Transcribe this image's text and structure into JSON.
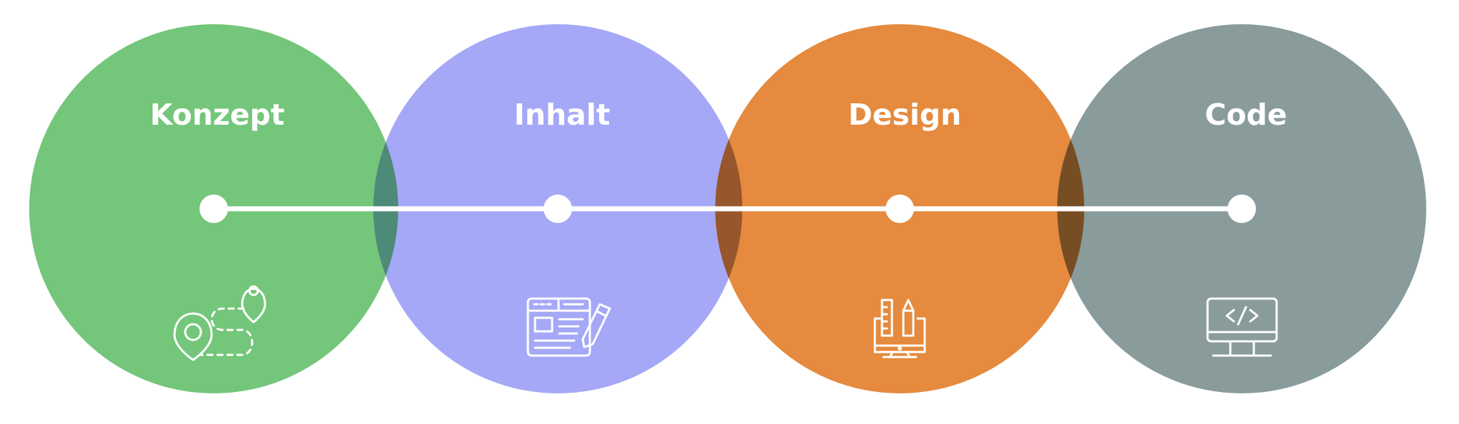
{
  "steps": [
    {
      "title": "Konzept",
      "color": "#74c67a",
      "icon": "map-route-icon"
    },
    {
      "title": "Inhalt",
      "color": "#a5a8f6",
      "icon": "content-editing-icon"
    },
    {
      "title": "Design",
      "color": "#e58a3e",
      "icon": "design-tools-monitor-icon"
    },
    {
      "title": "Code",
      "color": "#899b9b",
      "icon": "code-monitor-icon"
    }
  ]
}
